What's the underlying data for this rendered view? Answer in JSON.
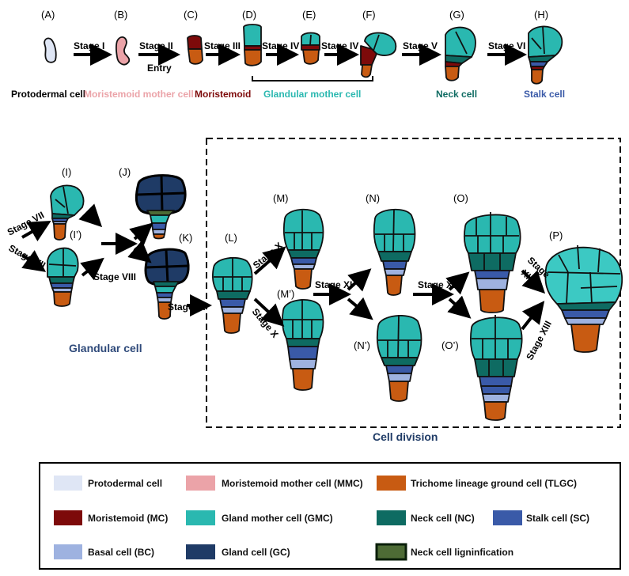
{
  "colors": {
    "protodermal": "#dfe6f5",
    "mmc": "#eba3a8",
    "tlgc": "#c85b12",
    "mc": "#7d0a0a",
    "gmc": "#2ab8b0",
    "gmc_light": "#3cc9c3",
    "nc": "#0e6b62",
    "sc": "#3a5aa8",
    "bc": "#9eb2e0",
    "gc": "#1f3b66",
    "lign": "#4d6b35",
    "lign_border": "#0a1f0a",
    "arrow": "#000000",
    "dash": "#000000",
    "label_protodermal": "#000000",
    "label_mmc": "#eba3a8",
    "label_mc": "#7d0a0a",
    "label_gmc": "#2ab8b0",
    "label_nc": "#0e6b62",
    "label_sc": "#3a5aa8",
    "label_glandular": "#2f4a7a",
    "label_division": "#1f3b66"
  },
  "panels": [
    "(A)",
    "(B)",
    "(C)",
    "(D)",
    "(E)",
    "(F)",
    "(G)",
    "(H)",
    "(I)",
    "(I’)",
    "(J)",
    "(K)",
    "(L)",
    "(M)",
    "(M’)",
    "(N)",
    "(N’)",
    "(O)",
    "(O’)",
    "(P)"
  ],
  "stages": {
    "s1": "Stage I",
    "s2": "Stage II",
    "s2b": "Entry",
    "s3": "Stage III",
    "s4a": "Stage IV",
    "s4b": "Stage IV",
    "s5": "Stage V",
    "s6": "Stage VI",
    "s7a": "Stage VII",
    "s7b": "Stage VII",
    "s8": "Stage VIII",
    "s9": "Stage IX",
    "s10a": "Stage X",
    "s10b": "Stage X",
    "s11": "Stage XI",
    "s12": "Stage XII",
    "s13a_1": "Stage",
    "s13a_2": "XIII",
    "s13b": "Stage XIII"
  },
  "cell_names": {
    "protodermal": "Protodermal cell",
    "mmc": "Moristemoid mother cell",
    "mc": "Moristemoid",
    "gmc": "Glandular mother cell",
    "neck": "Neck cell",
    "stalk": "Stalk cell"
  },
  "sections": {
    "glandular": "Glandular cell",
    "division": "Cell division"
  },
  "legend": [
    {
      "label": "Protodermal cell",
      "color": "protodermal"
    },
    {
      "label": "Moristemoid mother cell (MMC)",
      "color": "mmc"
    },
    {
      "label": "Trichome lineage ground cell (TLGC)",
      "color": "tlgc"
    },
    {
      "label": "Moristemoid (MC)",
      "color": "mc"
    },
    {
      "label": "Gland mother cell (GMC)",
      "color": "gmc"
    },
    {
      "label": "Neck cell (NC)",
      "color": "nc"
    },
    {
      "label": "Stalk cell (SC)",
      "color": "sc"
    },
    {
      "label": "Basal cell (BC)",
      "color": "bc"
    },
    {
      "label": "Gland cell (GC)",
      "color": "gc"
    },
    {
      "label": "Neck cell ligninfication",
      "color": "lign"
    }
  ]
}
